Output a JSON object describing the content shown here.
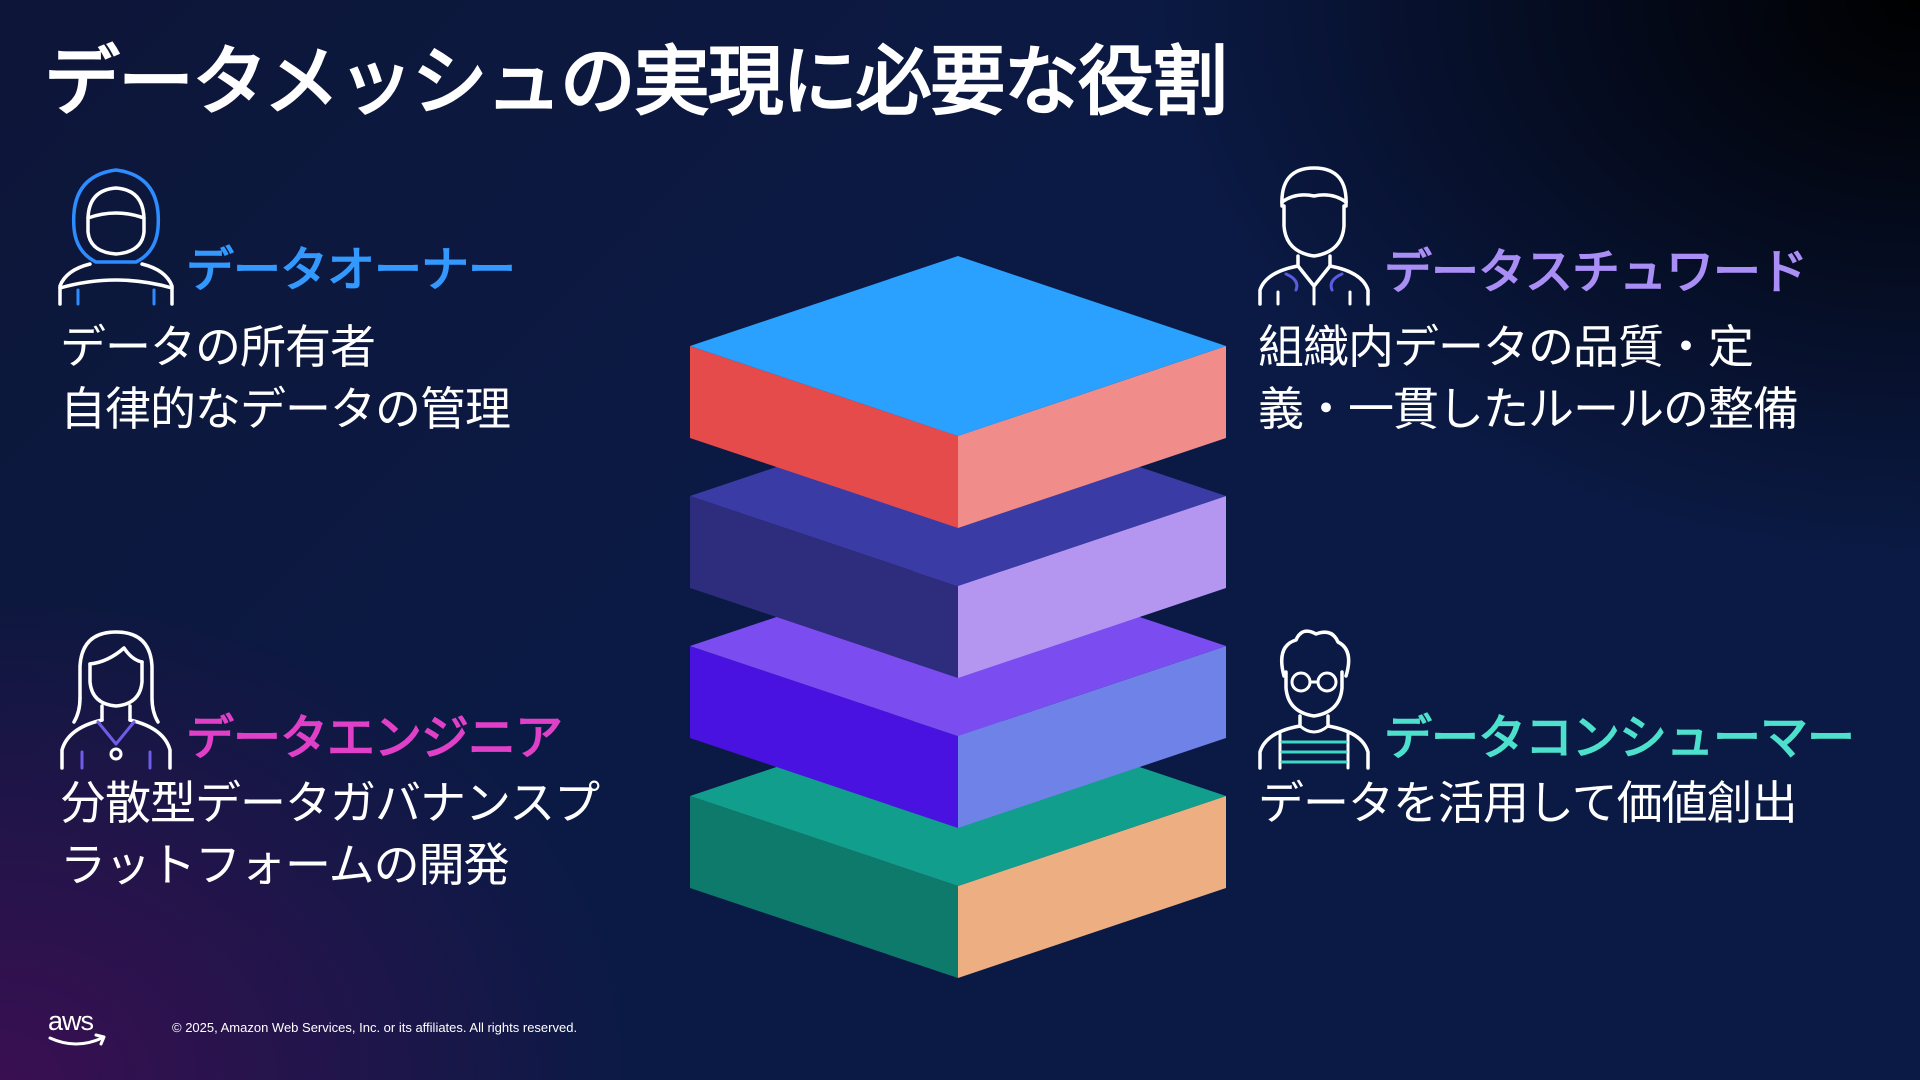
{
  "slide": {
    "title": "データメッシュの実現に必要な役割"
  },
  "roles": {
    "owner": {
      "title": "データオーナー",
      "title_color": "#3399ff",
      "icon": "person-hijab-icon",
      "description": [
        "データの所有者",
        "自律的なデータの管理"
      ]
    },
    "steward": {
      "title": "データスチュワード",
      "title_color": "#a98ff5",
      "icon": "person-man-icon",
      "description": [
        "組織内データの品質・定",
        "義・一貫したルールの整備"
      ]
    },
    "engineer": {
      "title": "データエンジニア",
      "title_color": "#e040c8",
      "icon": "person-woman-icon",
      "description": [
        "分散型データガバナンスプ",
        "ラットフォームの開発"
      ]
    },
    "consumer": {
      "title": "データコンシューマー",
      "title_color": "#4de0cc",
      "icon": "person-glasses-icon",
      "description": [
        "データを活用して価値創出"
      ]
    }
  },
  "stack_layers": [
    {
      "top": "#2aa0ff",
      "left": "#e64b4b",
      "right": "#f08c8a"
    },
    {
      "top": "#3b3ba6",
      "left": "#2e2c7d",
      "right": "#b496f0"
    },
    {
      "top": "#7b4df0",
      "left": "#4a12e0",
      "right": "#6e82e8"
    },
    {
      "top": "#119e8c",
      "left": "#0d7a6c",
      "right": "#edaf82"
    }
  ],
  "footer": {
    "logo": "aws",
    "copyright": "© 2025, Amazon Web Services, Inc. or its affiliates. All rights reserved."
  }
}
